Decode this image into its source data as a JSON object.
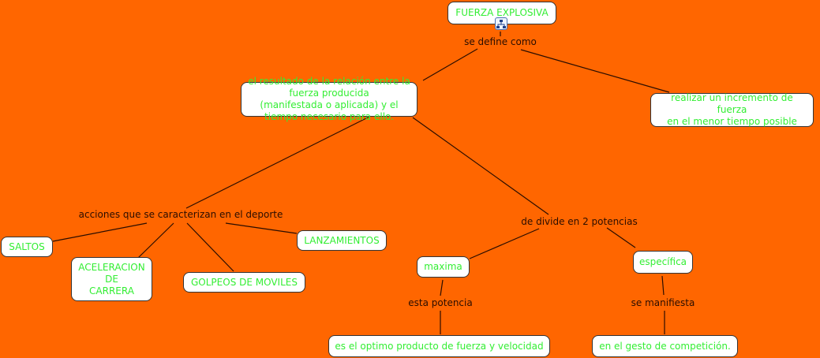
{
  "colors": {
    "background": "#FF6600",
    "concept_text": "#33EE33",
    "link_text": "#2a0d00"
  },
  "concepts": {
    "root": "FUERZA EXPLOSIVA",
    "resultado": "el resultado de la relación entre la fuerza producida\n(manifestada o aplicada) y el tiempo necesario para ello.",
    "realizar": "realizar un incremento de fuerza\nen el menor tiempo posible",
    "saltos": "SALTOS",
    "aceleracion": "ACELERACION\nDE\nCARRERA",
    "golpeos": "GOLPEOS DE MOVILES",
    "lanzamientos": "LANZAMIENTOS",
    "maxima": "maxima",
    "especifica": "específica",
    "optimo": "es el optimo producto de fuerza y velocidad",
    "gesto": "en el gesto de competición."
  },
  "links": {
    "se_define": "se define como",
    "acciones": "acciones que se caracterizan en el deporte",
    "divide": "de divide en 2 potencias",
    "esta_potencia": "esta potencia",
    "se_manifiesta": "se manifiesta"
  },
  "icons": {
    "submap": "sitemap-icon"
  }
}
